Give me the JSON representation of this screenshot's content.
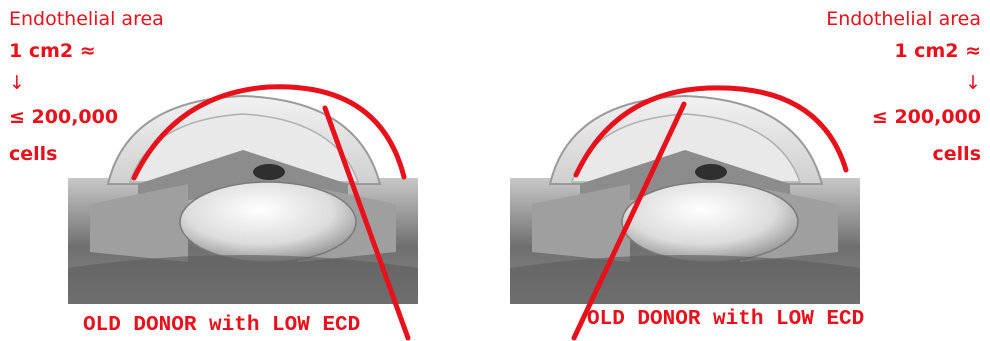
{
  "left_panel": {
    "line1": "Endothelial area",
    "line2": "1 cm2 ≈",
    "arrow": "↓",
    "line3": "≤ 200,000",
    "line4": "cells",
    "caption": "OLD DONOR with LOW ECD"
  },
  "right_panel": {
    "line1": "Endothelial area",
    "line2": "1 cm2 ≈",
    "arrow": "↓",
    "line3": "≤ 200,000",
    "line4": "cells",
    "caption": "OLD DONOR with LOW ECD"
  },
  "colors": {
    "accent": "#e8101a",
    "eye_dark": "#4a4a4a",
    "eye_light": "#e6e6e6"
  }
}
